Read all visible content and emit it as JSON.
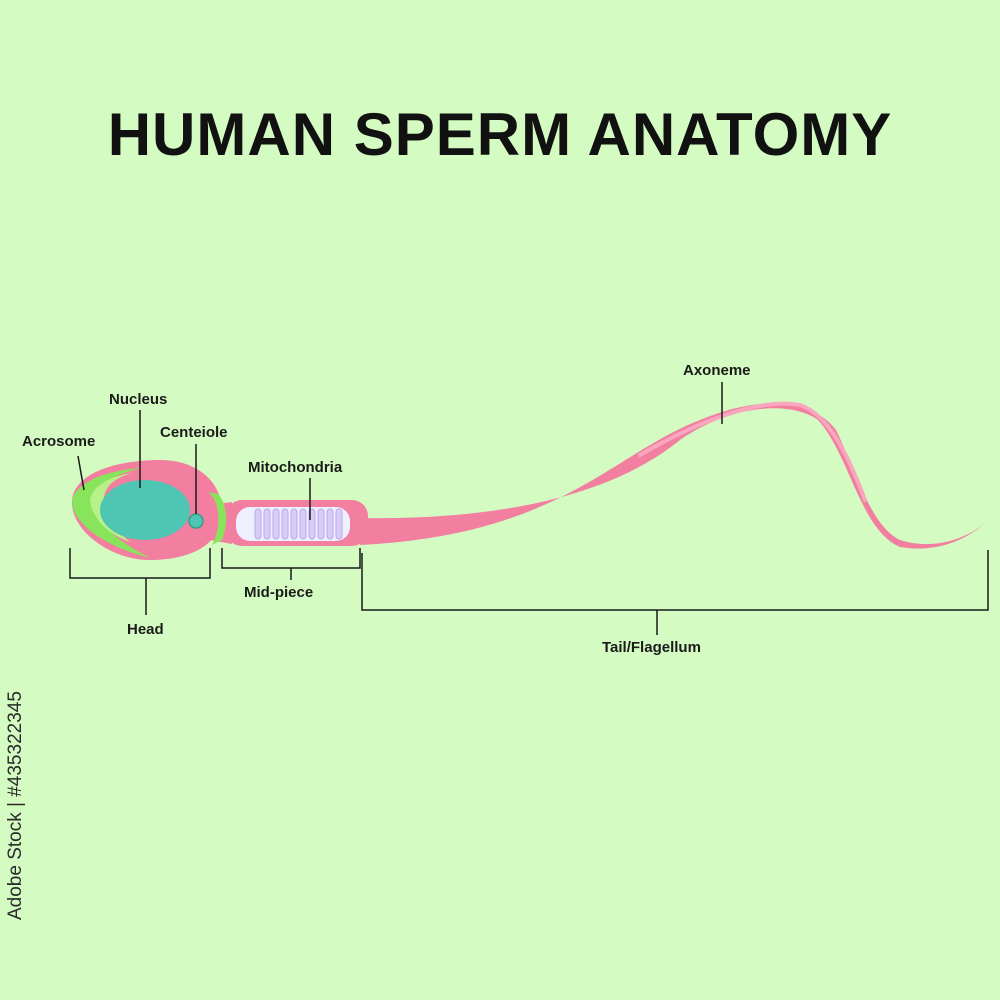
{
  "title": "HUMAN SPERM ANATOMY",
  "labels": {
    "acrosome": "Acrosome",
    "nucleus": "Nucleus",
    "centriole": "Centeiole",
    "mitochondria": "Mitochondria",
    "axoneme": "Axoneme",
    "head": "Head",
    "midpiece": "Mid-piece",
    "tail": "Tail/Flagellum"
  },
  "stock_id": "Adobe Stock | #435322345",
  "colors": {
    "background": "#d4fbc1",
    "cell_body": "#f37fa0",
    "acrosome": "#88e45a",
    "nucleus": "#4fc5b3",
    "mitochondria": "#d9ccf7",
    "lines": "#1a1a1a"
  }
}
